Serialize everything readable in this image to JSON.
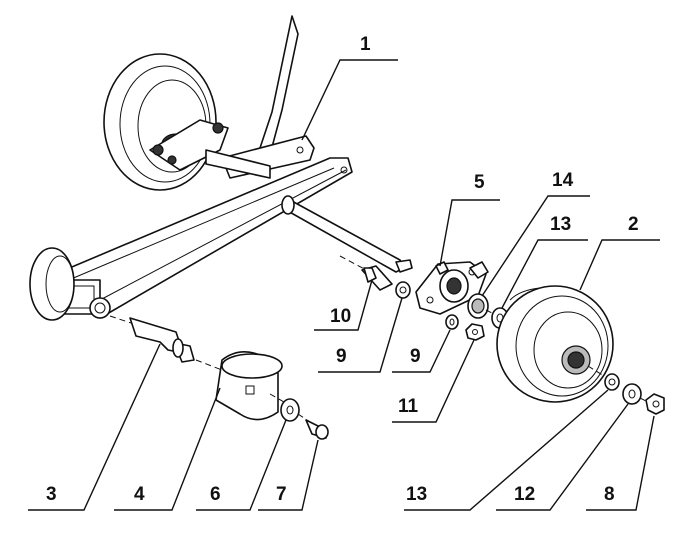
{
  "diagram": {
    "part_labels": {
      "p1": "1",
      "p2": "2",
      "p3": "3",
      "p4": "4",
      "p5": "5",
      "p6": "6",
      "p7": "7",
      "p8": "8",
      "p9a": "9",
      "p9b": "9",
      "p10": "10",
      "p11": "11",
      "p12": "12",
      "p13a": "13",
      "p13b": "13",
      "p14": "14"
    }
  }
}
